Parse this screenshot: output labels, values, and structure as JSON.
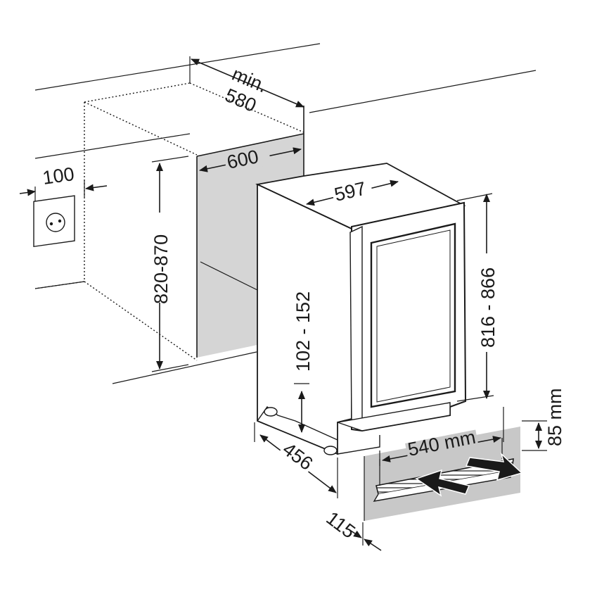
{
  "labels": {
    "depth_min_prefix": "min.",
    "depth_min": "580",
    "niche_width": "600",
    "socket_offset": "100",
    "niche_height": "820-870",
    "appliance_width": "597",
    "appliance_height": "816 - 866",
    "plinth_height": "102 - 152",
    "appliance_depth": "456",
    "vent_width": "540 mm",
    "vent_height": "85 mm",
    "vent_depth": "115"
  },
  "icons": {
    "socket": "power-socket-icon",
    "airflow_out": "arrow-out-icon",
    "airflow_in": "arrow-in-icon"
  }
}
